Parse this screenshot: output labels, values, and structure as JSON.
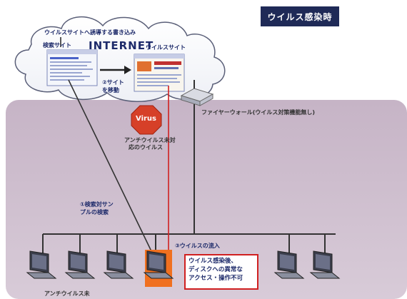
{
  "title": "ウイルス感染時",
  "cloud": {
    "access_label": "ウイルスサイトへ誘導する書き込み",
    "search_site_label": "検索サイト",
    "internet_label": "INTERNET",
    "virus_site_label": "ウイルスサイト",
    "step2_line1": "②サイト",
    "step2_line2": "を移動"
  },
  "firewall_label": "ファイヤーウォール(ウイルス対策機能無し)",
  "virus_sign": {
    "text": "Virus",
    "caption_line1": "アンチウイルス未対",
    "caption_line2": "応のウイルス"
  },
  "step1": {
    "line1": "①検索対サン",
    "line2": "プルの検索"
  },
  "step3_label": "③ウイルスの流入",
  "warning": {
    "line1": "ウイルス感染後、",
    "line2": "ディスクへの異常な",
    "line3": "アクセス・操作不可"
  },
  "bottom_label": "アンチウイルス未",
  "colors": {
    "title_bg": "#1f2a57",
    "lan_bg": "#c9b8c9",
    "infected": "#f07020",
    "alert": "#d02020",
    "text_navy": "#1d2a6a"
  }
}
